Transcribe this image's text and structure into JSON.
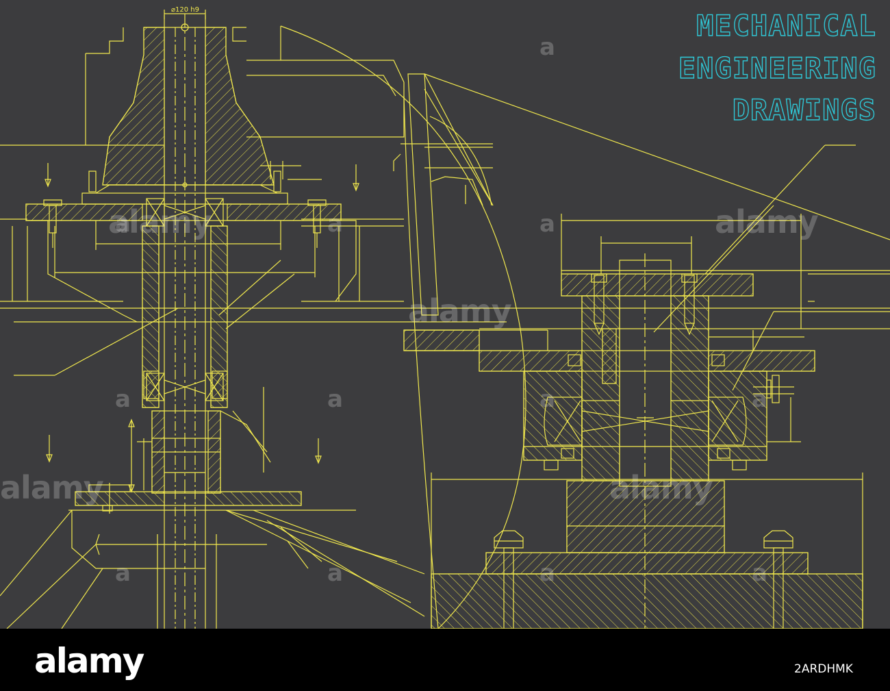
{
  "title": {
    "line1": "MECHANICAL",
    "line2": "ENGINEERING",
    "line3": "DRAWINGS"
  },
  "dimension_label": "⌀120 h9",
  "watermark": {
    "word": "alamy",
    "mark": "a"
  },
  "footer": {
    "logo": "alamy",
    "image_id": "2ARDHMK"
  },
  "colors": {
    "background": "#3c3c3e",
    "line": "#f2e94e",
    "title": "#2fc7d6",
    "footer": "#000000"
  }
}
